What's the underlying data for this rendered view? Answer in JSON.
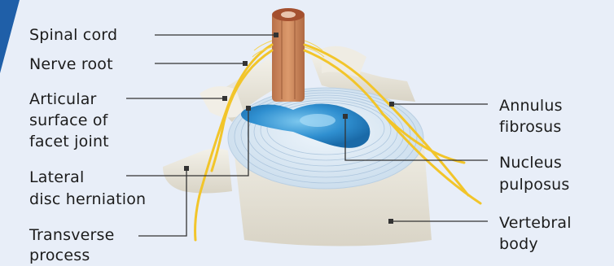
{
  "labels": {
    "spinal_cord": "Spinal cord",
    "nerve_root": "Nerve root",
    "articular_l1": "Articular",
    "articular_l2": "surface of",
    "articular_l3": "facet joint",
    "lateral_l1": "Lateral",
    "lateral_l2": "disc herniation",
    "transverse_l1": "Transverse",
    "transverse_l2": "process",
    "annulus_l1": "Annulus",
    "annulus_l2": "fibrosus",
    "nucleus_l1": "Nucleus",
    "nucleus_l2": "pulposus",
    "vertebral_l1": "Vertebral",
    "vertebral_l2": "body"
  },
  "colors": {
    "background": "#e8eef8",
    "corner_accent": "#1f5fa8",
    "bone": "#e9e6db",
    "disc_rings": "#dcebf7",
    "nucleus": "#2f8fd0",
    "nerve": "#f2c52a",
    "spinal_cord": "#c98558",
    "leader_line": "#333333"
  }
}
